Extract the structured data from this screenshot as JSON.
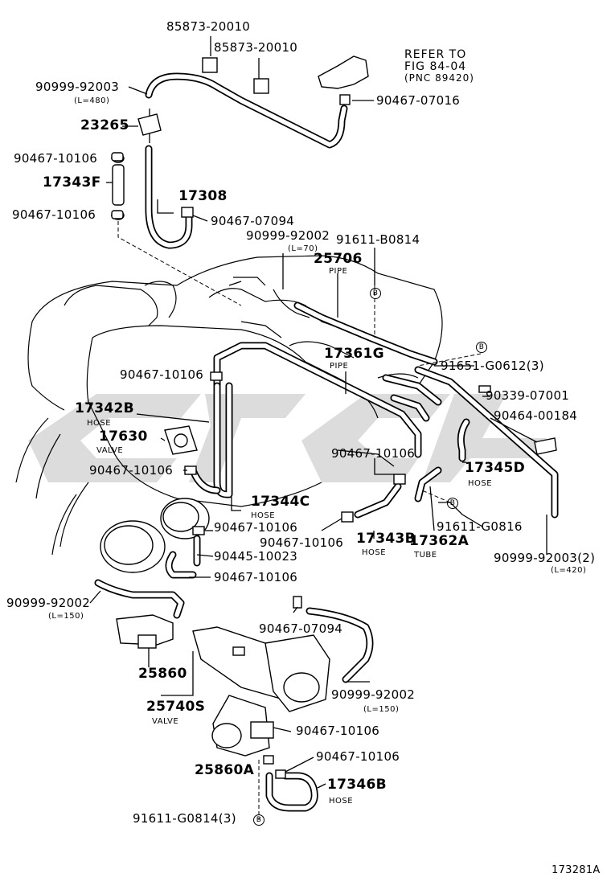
{
  "diagram_code": "173281A",
  "refer": {
    "line1": "REFER TO",
    "line2": "FIG 84-04",
    "line3": "(PNC 89420)"
  },
  "labels": [
    {
      "id": "p85873a",
      "text": "85873-20010"
    },
    {
      "id": "p85873b",
      "text": "85873-20010"
    },
    {
      "id": "p90999_top",
      "text": "90999-92003"
    },
    {
      "id": "p90999_top_len",
      "text": "(L=480)"
    },
    {
      "id": "p90467_07016",
      "text": "90467-07016"
    },
    {
      "id": "p23265",
      "text": "23265"
    },
    {
      "id": "p90467_10106_a",
      "text": "90467-10106"
    },
    {
      "id": "p17343f",
      "text": "17343F"
    },
    {
      "id": "p17308",
      "text": "17308"
    },
    {
      "id": "p90467_10106_b",
      "text": "90467-10106"
    },
    {
      "id": "p90467_07094_a",
      "text": "90467-07094"
    },
    {
      "id": "p90999_92002_a",
      "text": "90999-92002"
    },
    {
      "id": "p90999_92002_a_len",
      "text": "(L=70)"
    },
    {
      "id": "p91611_b0814",
      "text": "91611-B0814"
    },
    {
      "id": "p25706",
      "text": "25706"
    },
    {
      "id": "p25706_sub",
      "text": "PIPE"
    },
    {
      "id": "p17361g",
      "text": "17361G"
    },
    {
      "id": "p17361g_sub",
      "text": "PIPE"
    },
    {
      "id": "p91651",
      "text": "91651-G0612(3)"
    },
    {
      "id": "p90467_10106_c",
      "text": "90467-10106"
    },
    {
      "id": "p90339",
      "text": "90339-07001"
    },
    {
      "id": "p17342b",
      "text": "17342B"
    },
    {
      "id": "p17342b_sub",
      "text": "HOSE"
    },
    {
      "id": "p90464",
      "text": "90464-00184"
    },
    {
      "id": "p17630",
      "text": "17630"
    },
    {
      "id": "p17630_sub",
      "text": "VALVE"
    },
    {
      "id": "p90467_10106_d",
      "text": "90467-10106"
    },
    {
      "id": "p90467_10106_e",
      "text": "90467-10106"
    },
    {
      "id": "p17345d",
      "text": "17345D"
    },
    {
      "id": "p17345d_sub",
      "text": "HOSE"
    },
    {
      "id": "p17344c",
      "text": "17344C"
    },
    {
      "id": "p17344c_sub",
      "text": "HOSE"
    },
    {
      "id": "p90467_10106_f",
      "text": "90467-10106"
    },
    {
      "id": "p91611_g0816",
      "text": "91611-G0816"
    },
    {
      "id": "p90467_10106_g",
      "text": "90467-10106"
    },
    {
      "id": "p17343b",
      "text": "17343B"
    },
    {
      "id": "p17343b_sub",
      "text": "HOSE"
    },
    {
      "id": "p17362a",
      "text": "17362A"
    },
    {
      "id": "p17362a_sub",
      "text": "TUBE"
    },
    {
      "id": "p90445",
      "text": "90445-10023"
    },
    {
      "id": "p90999_92003_2",
      "text": "90999-92003(2)"
    },
    {
      "id": "p90999_92003_2_len",
      "text": "(L=420)"
    },
    {
      "id": "p90467_10106_h",
      "text": "90467-10106"
    },
    {
      "id": "p90999_92002_b",
      "text": "90999-92002"
    },
    {
      "id": "p90999_92002_b_len",
      "text": "(L=150)"
    },
    {
      "id": "p90467_07094_b",
      "text": "90467-07094"
    },
    {
      "id": "p25860",
      "text": "25860"
    },
    {
      "id": "p90999_92002_c",
      "text": "90999-92002"
    },
    {
      "id": "p90999_92002_c_len",
      "text": "(L=150)"
    },
    {
      "id": "p25740s",
      "text": "25740S"
    },
    {
      "id": "p25740s_sub",
      "text": "VALVE"
    },
    {
      "id": "p90467_10106_i",
      "text": "90467-10106"
    },
    {
      "id": "p25860a",
      "text": "25860A"
    },
    {
      "id": "p90467_10106_j",
      "text": "90467-10106"
    },
    {
      "id": "p17346b",
      "text": "17346B"
    },
    {
      "id": "p17346b_sub",
      "text": "HOSE"
    },
    {
      "id": "p91611_g0814",
      "text": "91611-G0814(3)"
    }
  ],
  "callouts": [
    "B",
    "B",
    "B",
    "B"
  ],
  "colors": {
    "ink": "#000000",
    "watermark": "#d6d6d6"
  }
}
